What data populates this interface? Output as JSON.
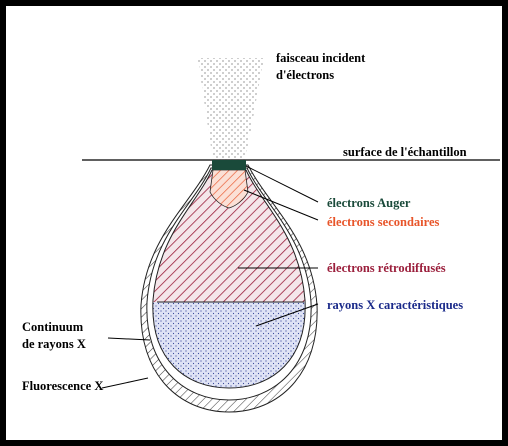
{
  "labels": {
    "beam_line1": "faisceau incident",
    "beam_line2": "d'électrons",
    "surface": "surface de l'échantillon",
    "auger": "électrons Auger",
    "secondary": "électrons secondaires",
    "backscattered": "électrons rétrodiffusés",
    "characteristic": "rayons X caractéristiques",
    "continuum_line1": "Continuum",
    "continuum_line2": "de rayons X",
    "fluorescence": "Fluorescence X"
  },
  "colors": {
    "auger": "#1a4a3a",
    "secondary": "#e8552a",
    "backscattered": "#9b1f3c",
    "characteristic": "#1a2a8a",
    "text": "#000000"
  }
}
